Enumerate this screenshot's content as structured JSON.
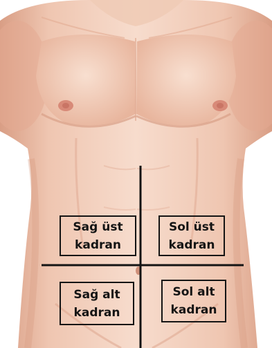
{
  "figure": {
    "colors": {
      "background": "#ffffff",
      "skin_light": "#f6d9c8",
      "skin_mid": "#eab9a1",
      "skin_shadow": "#d79b82",
      "nipple": "#d88a78",
      "lines": "#141414"
    },
    "quadrants": [
      {
        "id": "right-upper",
        "line1": "Sağ  üst",
        "line2": "kadran"
      },
      {
        "id": "left-upper",
        "line1": "Sol  üst",
        "line2": "kadran"
      },
      {
        "id": "right-lower",
        "line1": "Sağ  alt",
        "line2": "kadran"
      },
      {
        "id": "left-lower",
        "line1": "Sol alt",
        "line2": "kadran"
      }
    ]
  }
}
